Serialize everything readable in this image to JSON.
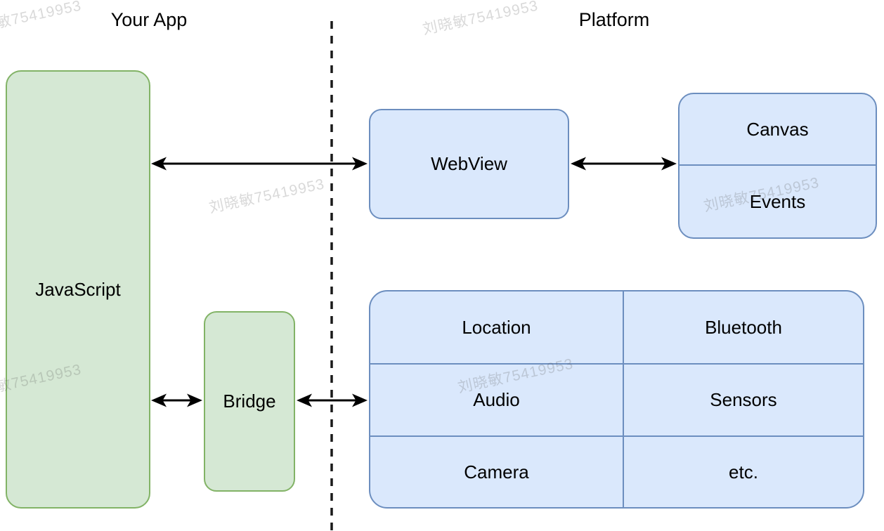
{
  "titles": {
    "left": "Your App",
    "right": "Platform"
  },
  "watermark": {
    "text": "刘晓敏75419953"
  },
  "colors": {
    "app_fill": "#d5e8d4",
    "app_stroke": "#82b366",
    "platform_fill": "#dae8fc",
    "platform_stroke": "#6c8ebf",
    "arrow": "#000000",
    "divider_line": "#1a1a1a",
    "background": "#ffffff"
  },
  "app_side": {
    "javascript_label": "JavaScript",
    "bridge_label": "Bridge"
  },
  "platform_side": {
    "webview_label": "WebView",
    "canvas_events": {
      "top": "Canvas",
      "bottom": "Events"
    },
    "services_grid": {
      "rows": [
        [
          "Location",
          "Bluetooth"
        ],
        [
          "Audio",
          "Sensors"
        ],
        [
          "Camera",
          "etc."
        ]
      ]
    }
  }
}
